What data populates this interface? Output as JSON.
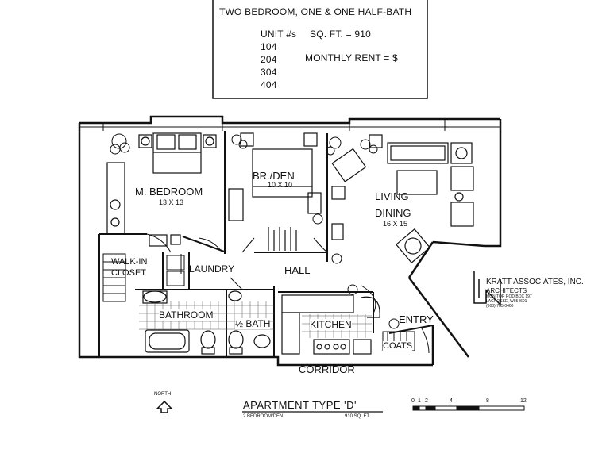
{
  "info_box": {
    "heading": "TWO BEDROOM, ONE & ONE HALF-BATH",
    "units_label": "UNIT #s",
    "units": [
      "104",
      "204",
      "304",
      "404"
    ],
    "sqft": "SQ. FT. = 910",
    "rent": "MONTHLY RENT = $"
  },
  "rooms": {
    "master_bedroom": {
      "name": "M. BEDROOM",
      "dims": "13 X 13"
    },
    "br_den": {
      "name": "BR./DEN",
      "dims": "10 X 10"
    },
    "living": {
      "name": "LIVING",
      "name2": "DINING",
      "dims": "16 X 15"
    },
    "walk_in_closet": {
      "line1": "WALK-IN",
      "line2": "CLOSET"
    },
    "laundry": "LAUNDRY",
    "hall": "HALL",
    "bathroom": "BATHROOM",
    "half_bath": "½ BATH",
    "kitchen": "KITCHEN",
    "entry": "ENTRY",
    "coats": "COATS",
    "corridor": "CORRIDOR"
  },
  "architect": {
    "name": "KRATT ASSOCIATES, INC.",
    "sub": "ARCHITECTS",
    "address_lines": [
      "MONITOR ROD  BOX 197",
      "LACROSSE, WI 54601",
      "(608)-785-0460"
    ]
  },
  "north_label": "NORTH",
  "caption": {
    "title": "APARTMENT TYPE 'D'",
    "sub_left": "2 BEDROOM/DEN",
    "sub_right": "910 SQ. FT."
  },
  "scale": {
    "ticks": [
      "0",
      "1",
      "2",
      "4",
      "8",
      "12"
    ]
  }
}
